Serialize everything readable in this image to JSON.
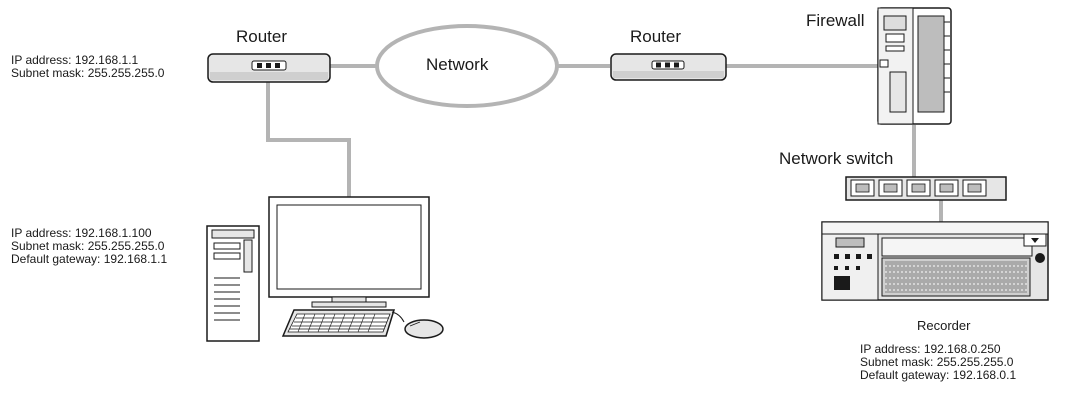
{
  "labels": {
    "router_left": "Router",
    "router_right": "Router",
    "network": "Network",
    "firewall": "Firewall",
    "network_switch": "Network switch",
    "recorder": "Recorder"
  },
  "router_left_info": {
    "ip": "IP address: 192.168.1.1",
    "subnet": "Subnet mask: 255.255.255.0"
  },
  "pc_info": {
    "ip": "IP address: 192.168.1.100",
    "subnet": "Subnet mask: 255.255.255.0",
    "gateway": "Default gateway: 192.168.1.1"
  },
  "recorder_info": {
    "ip": "IP address: 192.168.0.250",
    "subnet": "Subnet mask: 255.255.255.0",
    "gateway": "Default gateway: 192.168.0.1"
  },
  "colors": {
    "cable": "#b4b4b4",
    "device_fill": "#e6e6e6",
    "device_stroke": "#1a1a1a"
  }
}
